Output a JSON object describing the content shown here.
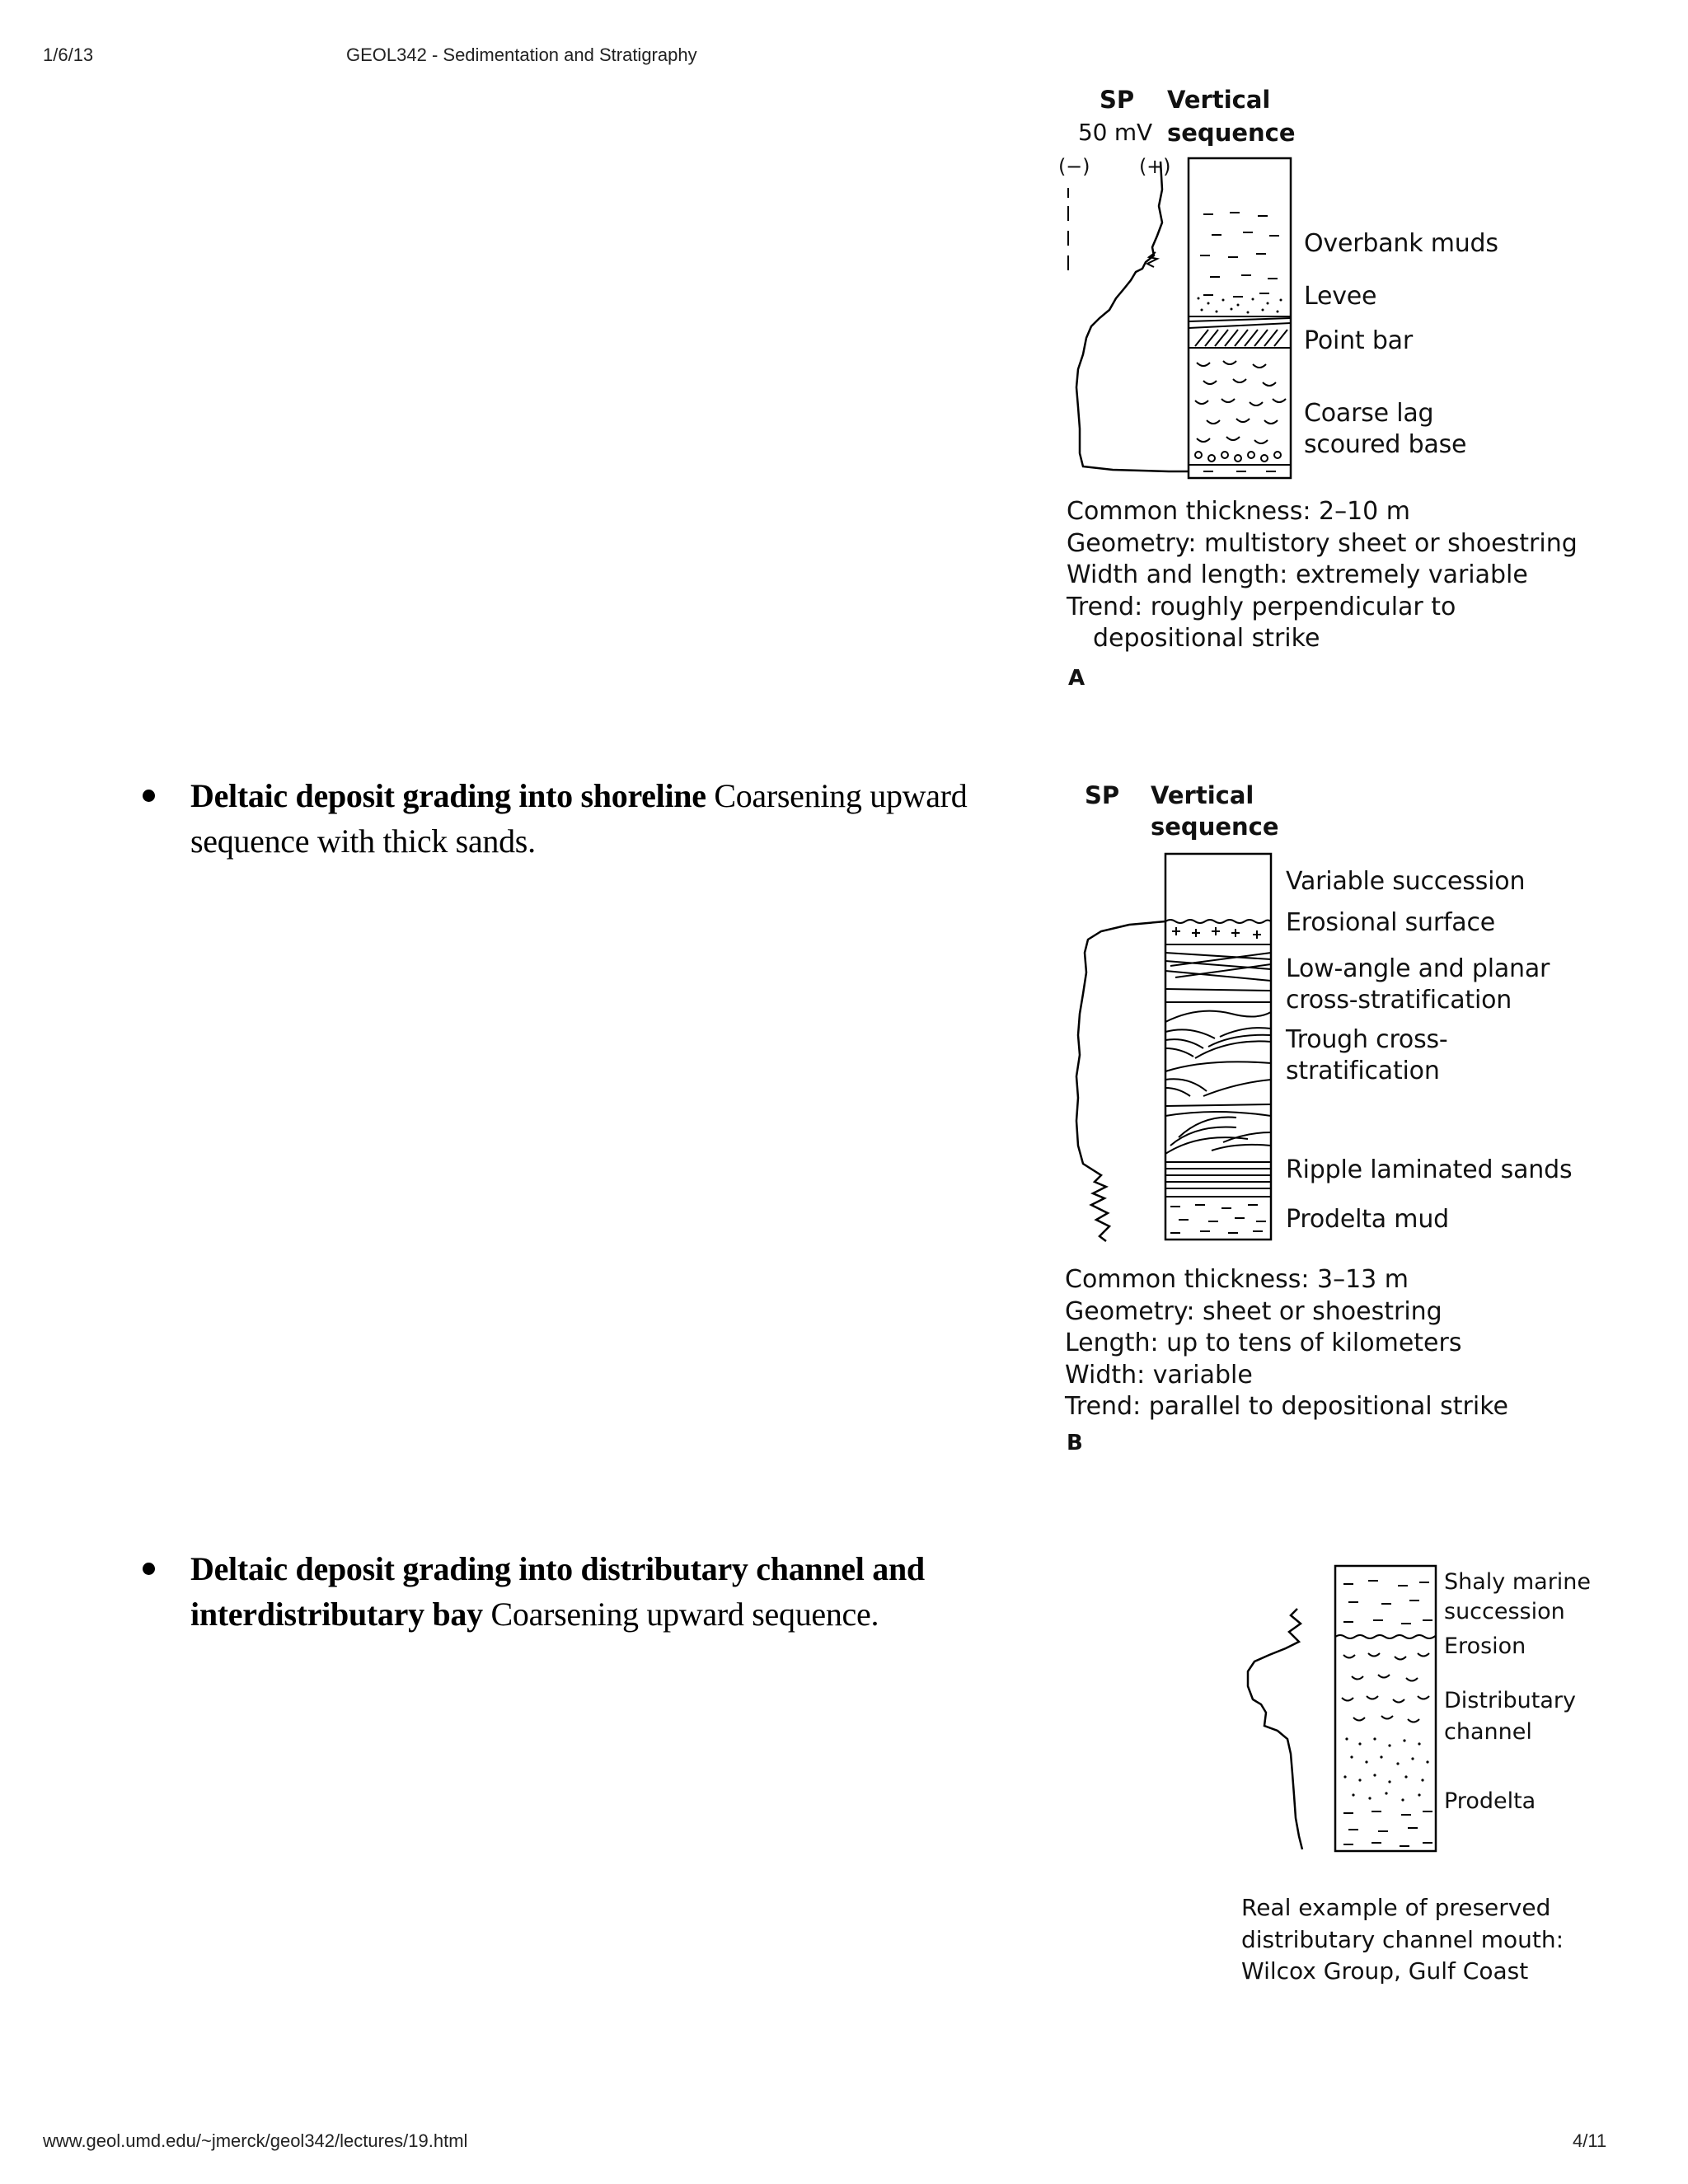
{
  "header": {
    "date": "1/6/13",
    "title": "GEOL342 - Sedimentation and Stratigraphy"
  },
  "footer": {
    "url": "www.geol.umd.edu/~jmerck/geol342/lectures/19.html",
    "page": "4/11"
  },
  "bullets": [
    {
      "bold": "Deltaic deposit grading into shoreline",
      "text": " Coarsening upward sequence with thick sands."
    },
    {
      "bold": "Deltaic deposit grading into distributary channel and interdistributary bay",
      "text": " Coarsening upward sequence."
    }
  ],
  "figure_a": {
    "sp_label": "SP",
    "sp_scale": "50 mV",
    "sp_neg": "(−)",
    "sp_pos": "(+)",
    "vertical": "Vertical",
    "sequence": "sequence",
    "layers": [
      "Overbank muds",
      "Levee",
      "Point bar",
      "Coarse lag",
      "scoured base"
    ],
    "info": [
      "Common thickness: 2–10 m",
      "Geometry: multistory sheet or shoestring",
      "Width and length: extremely variable",
      "Trend: roughly perpendicular to",
      "depositional strike"
    ],
    "letter": "A"
  },
  "figure_b": {
    "sp_label": "SP",
    "vertical": "Vertical",
    "sequence": "sequence",
    "layers": [
      "Variable succession",
      "Erosional surface",
      "Low-angle and planar",
      "cross-stratification",
      "Trough cross-",
      "stratification",
      "Ripple laminated sands",
      "Prodelta mud"
    ],
    "info": [
      "Common thickness:  3–13 m",
      "Geometry: sheet or shoestring",
      "Length: up to tens of kilometers",
      "Width: variable",
      "Trend: parallel to depositional strike"
    ],
    "letter": "B"
  },
  "figure_c": {
    "layers": [
      "Shaly marine",
      "succession",
      "Erosion",
      "Distributary",
      "channel",
      "Prodelta"
    ],
    "caption": [
      "Real example of preserved",
      "distributary channel mouth:",
      "Wilcox Group, Gulf Coast"
    ]
  }
}
